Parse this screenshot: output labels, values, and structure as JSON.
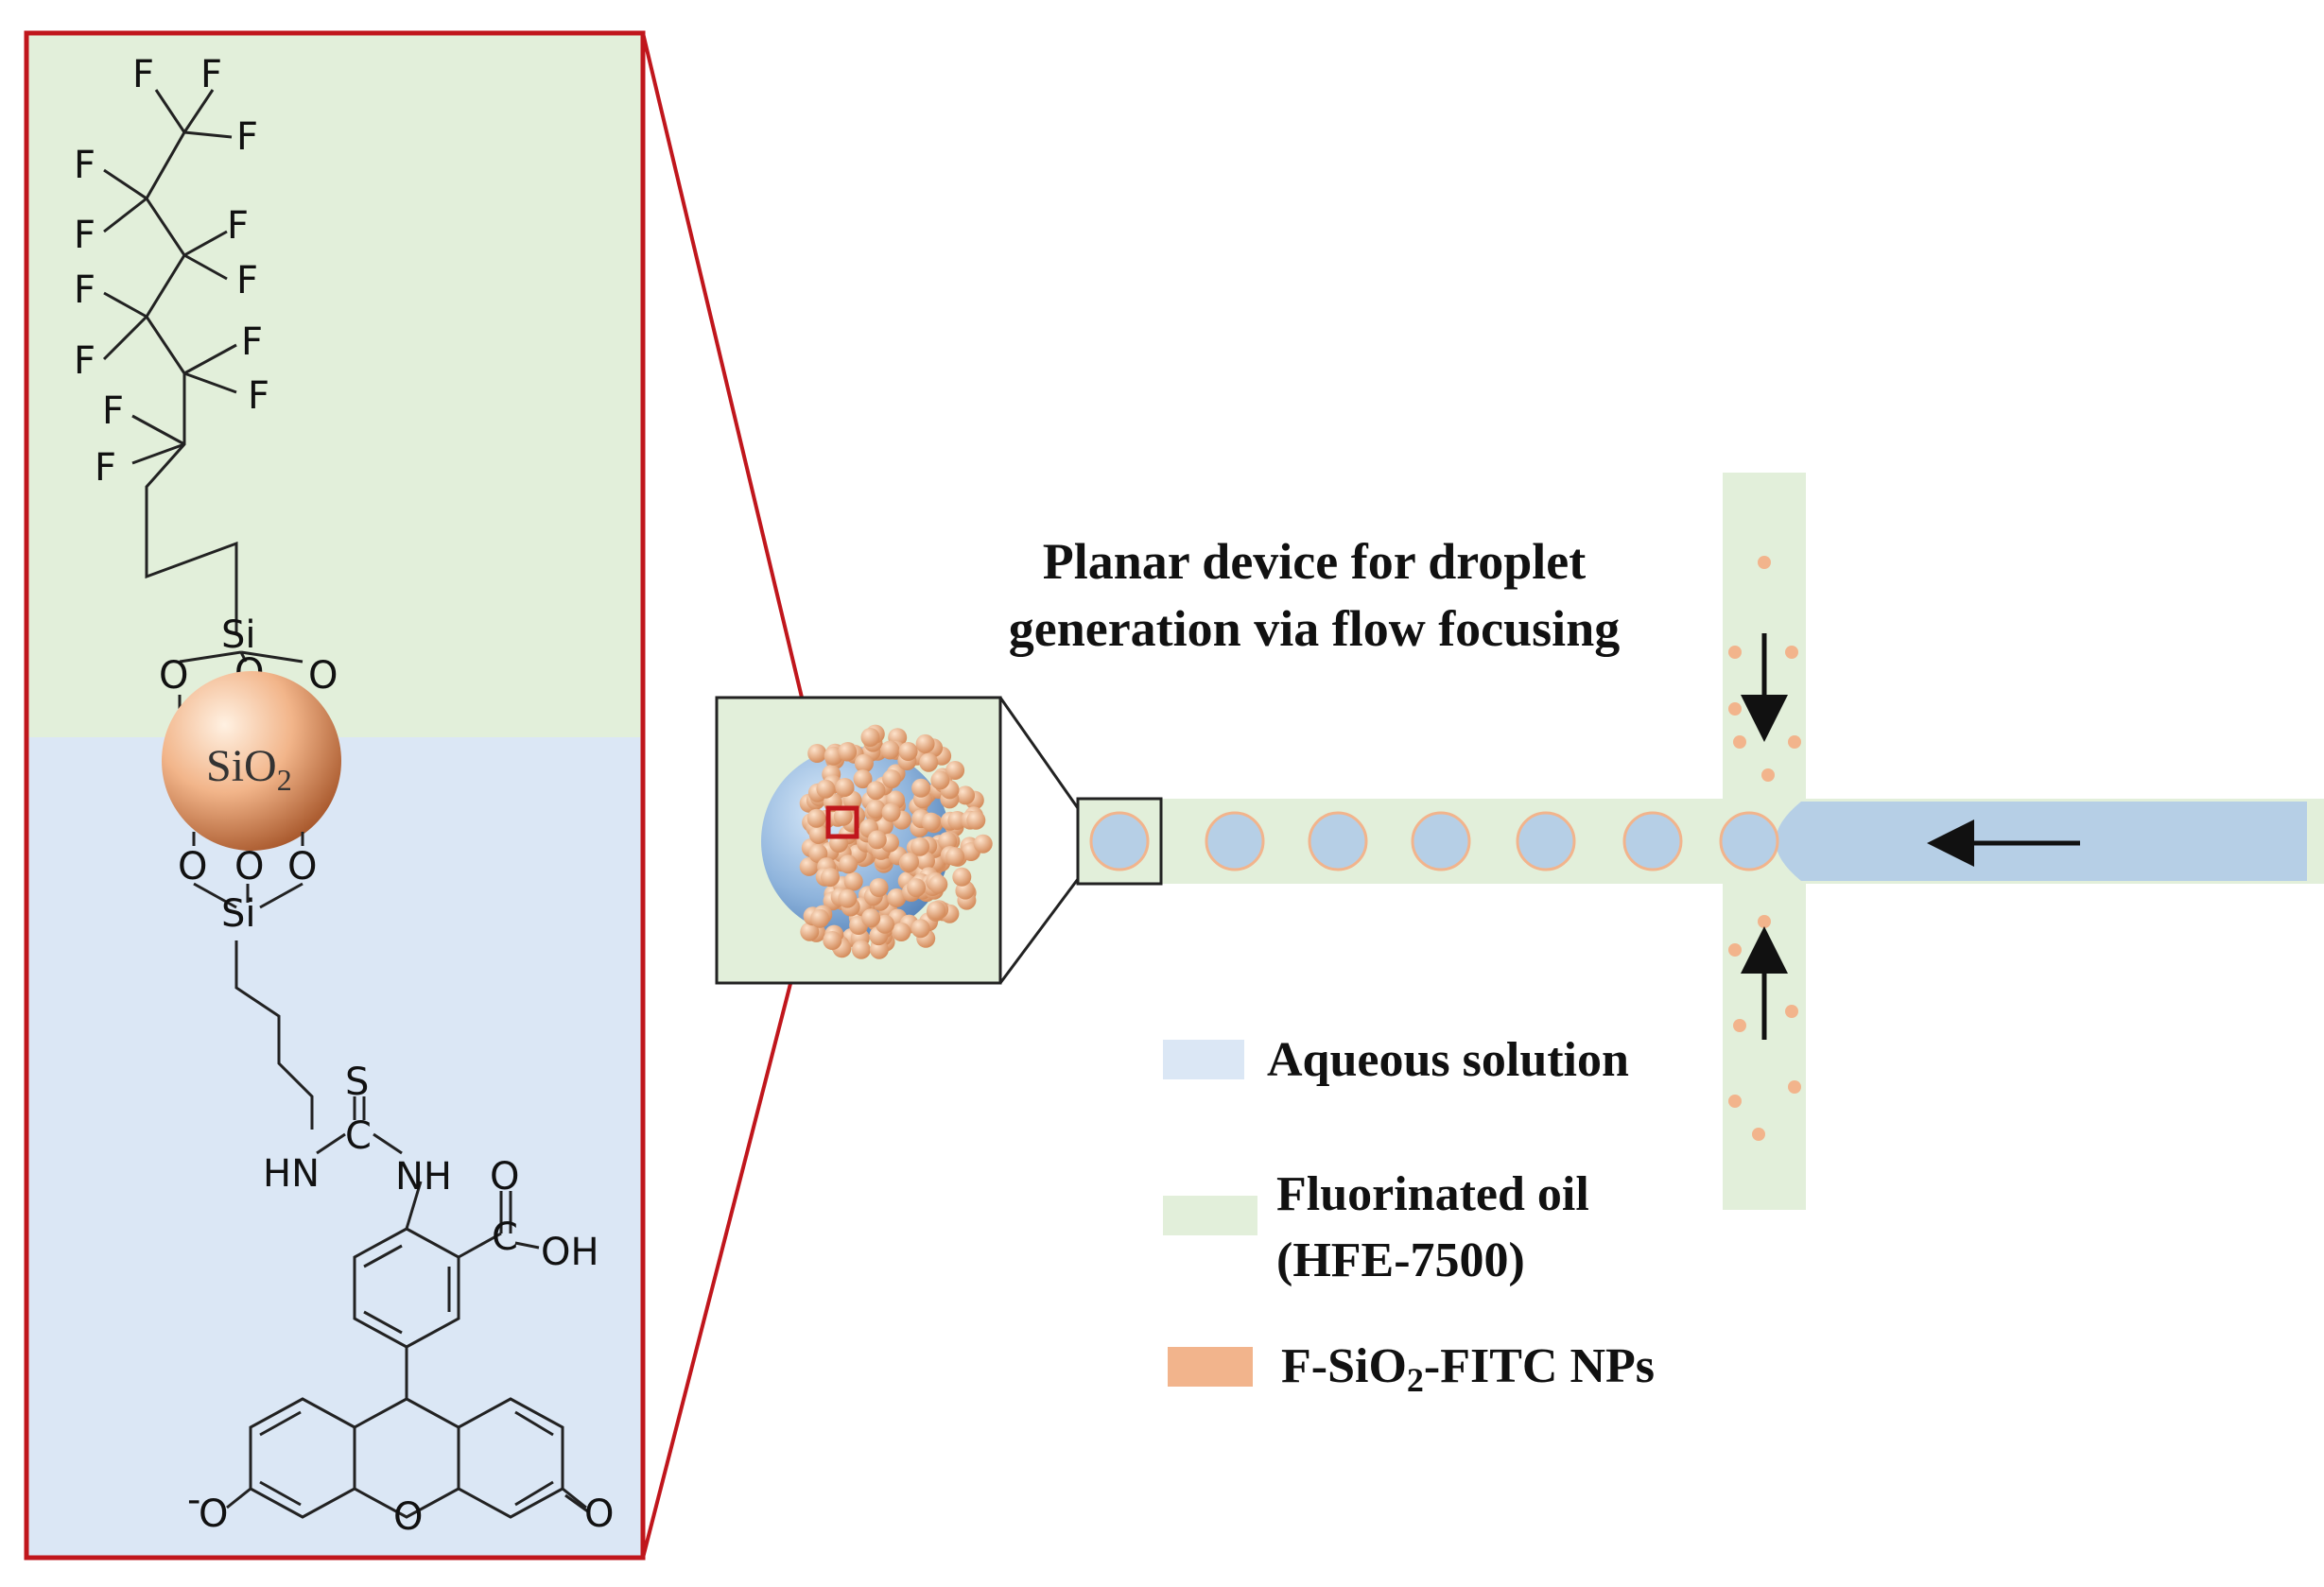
{
  "colors": {
    "oil": "#e2efda",
    "aqueous": "#dbe7f5",
    "water_stream": "#b6cfe6",
    "particle": "#f2b48c",
    "frame": "#c0161c"
  },
  "molecule": {
    "fluorine": "F",
    "silicon": "Si",
    "oxygen": "O",
    "core_label": "SiO",
    "core_subscript": "2",
    "sulfur": "S",
    "amine_left": "HN",
    "amine_right": "NH",
    "acid_o": "O",
    "acid_oh": "OH",
    "phenoxide": "O",
    "phenoxide_charge": "-",
    "ring_o": "O",
    "ketone_o": "O"
  },
  "device": {
    "title_line1": "Planar device for droplet",
    "title_line2": "generation via flow focusing"
  },
  "legend": {
    "items": [
      {
        "label": "Aqueous solution",
        "swatch": "aqueous"
      },
      {
        "label_line1": "Fluorinated oil",
        "label_line2": "(HFE-7500)",
        "swatch": "oil"
      },
      {
        "label_prefix": "F-SiO",
        "label_sub": "2",
        "label_suffix": "-FITC NPs",
        "swatch": "particle"
      }
    ]
  }
}
